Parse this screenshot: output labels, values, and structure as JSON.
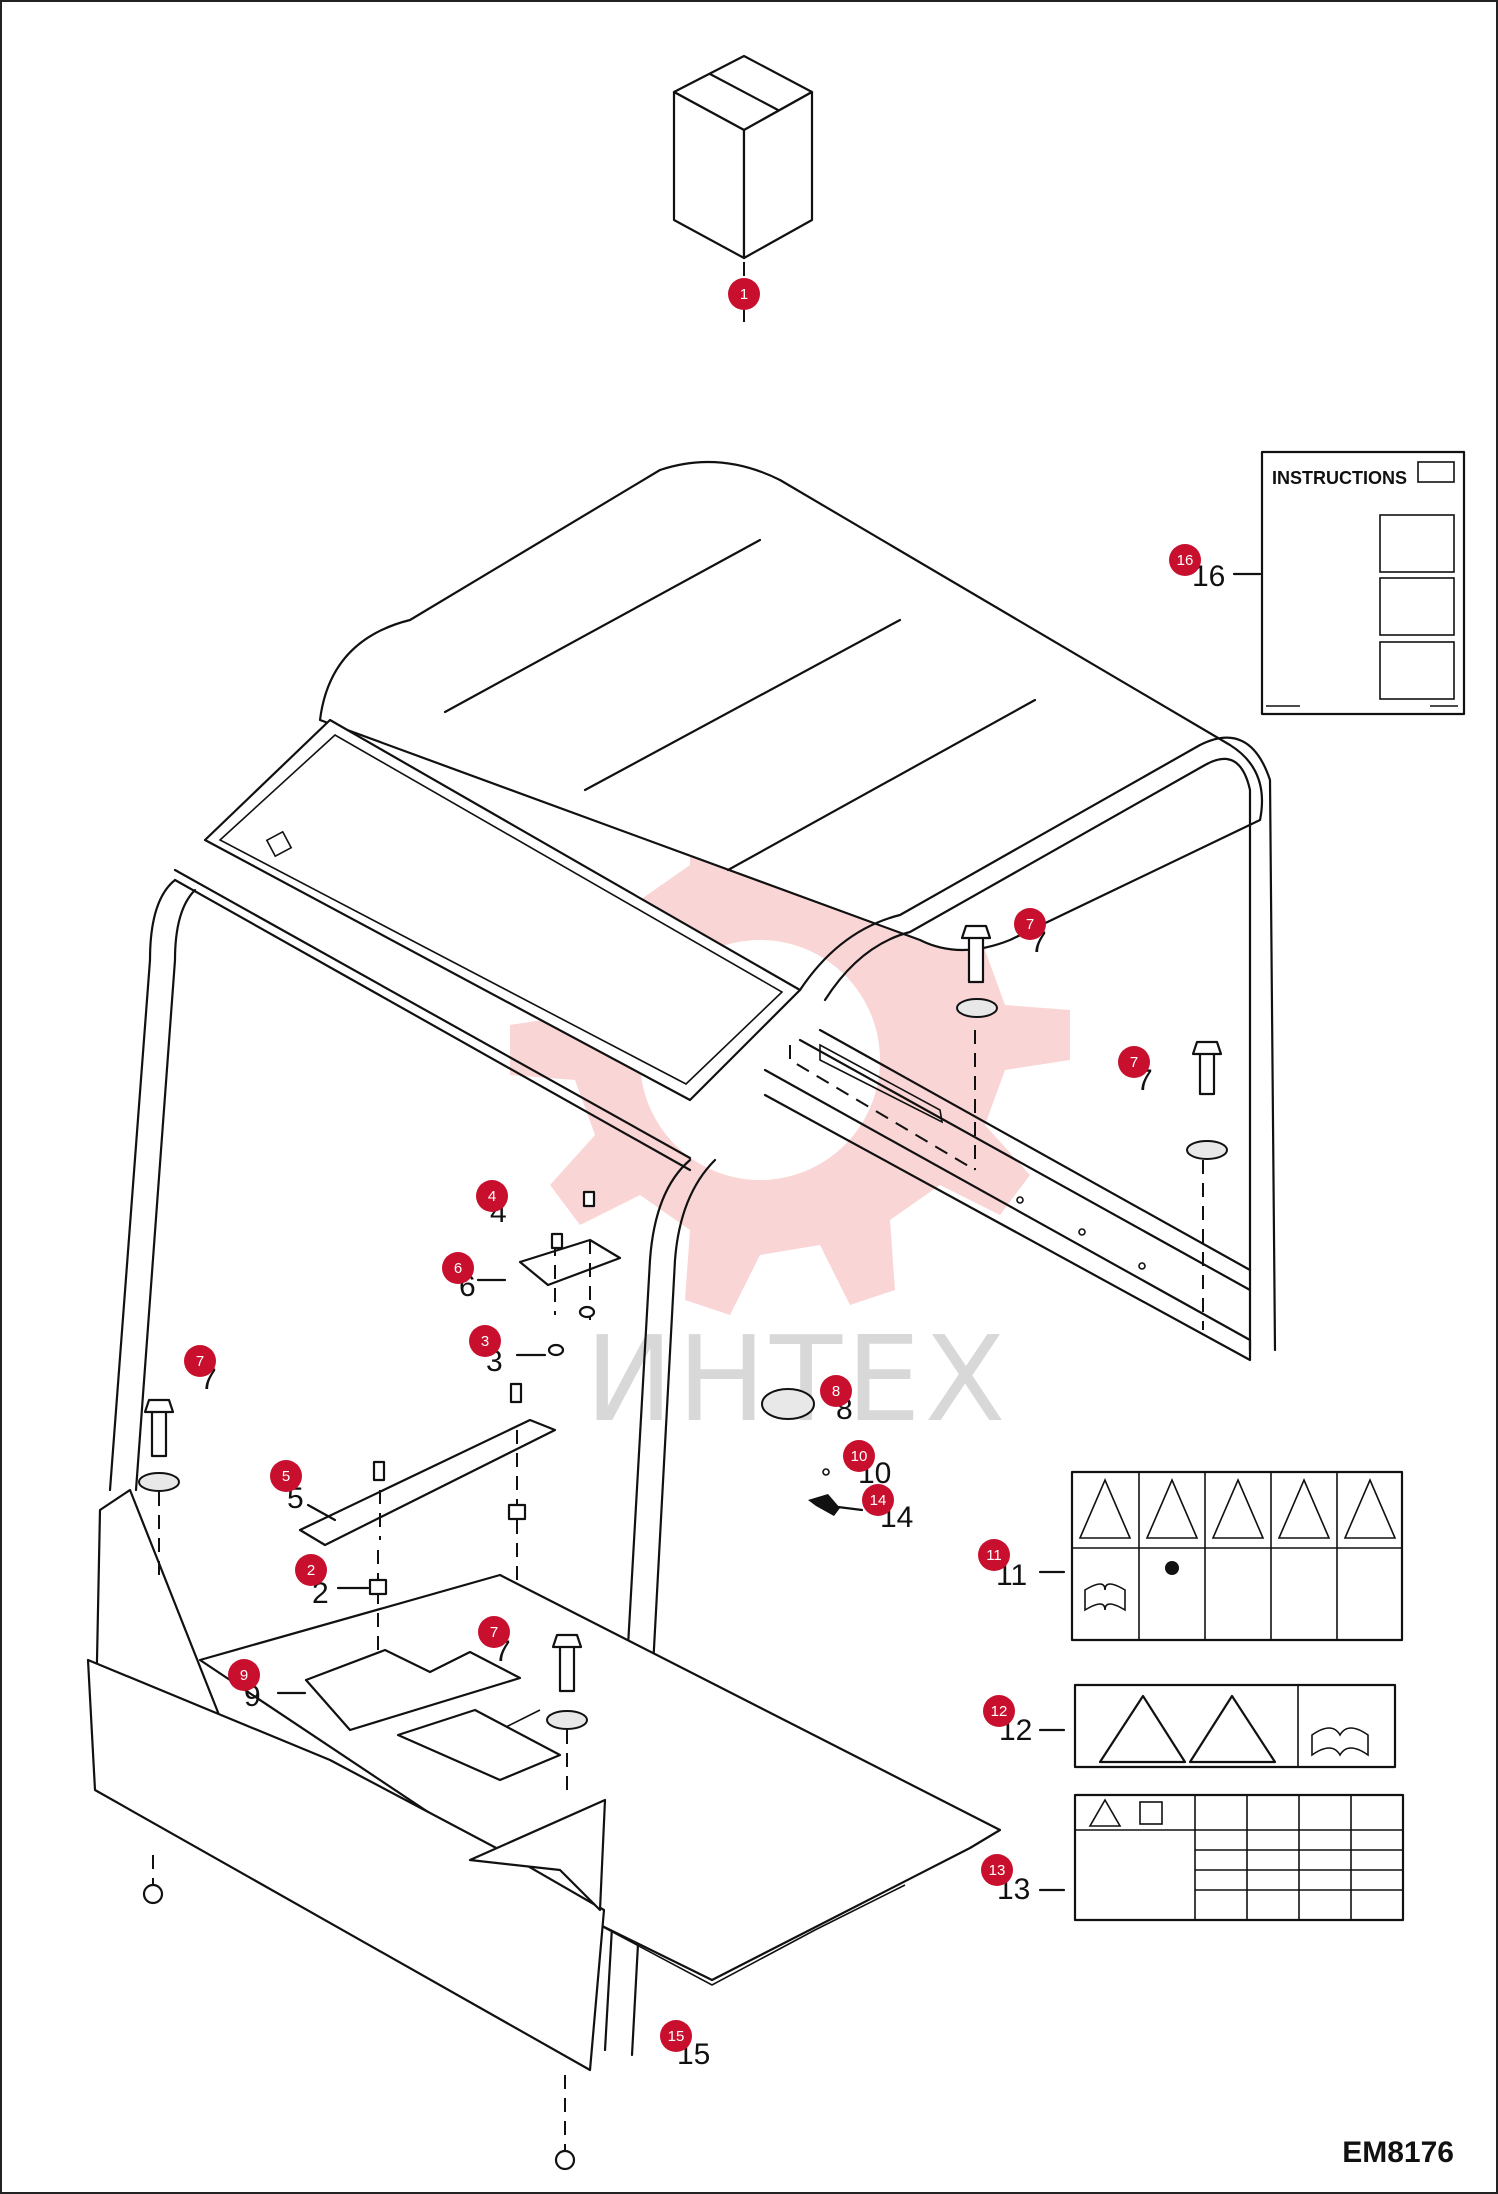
{
  "diagram_code": "EM8176",
  "watermark_text": "ИНТЕХ",
  "instructions_label": "INSTRUCTIONS",
  "colors": {
    "callout": "#c8102e",
    "watermark": "#f4b7b7",
    "line": "#111111"
  },
  "callouts": [
    {
      "id": "1",
      "label": "1"
    },
    {
      "id": "2",
      "label": "2"
    },
    {
      "id": "3",
      "label": "3"
    },
    {
      "id": "4",
      "label": "4"
    },
    {
      "id": "5",
      "label": "5"
    },
    {
      "id": "6",
      "label": "6"
    },
    {
      "id": "7a",
      "label": "7"
    },
    {
      "id": "7b",
      "label": "7"
    },
    {
      "id": "7c",
      "label": "7"
    },
    {
      "id": "7d",
      "label": "7"
    },
    {
      "id": "8",
      "label": "8"
    },
    {
      "id": "9",
      "label": "9"
    },
    {
      "id": "10",
      "label": "10"
    },
    {
      "id": "11",
      "label": "11"
    },
    {
      "id": "12",
      "label": "12"
    },
    {
      "id": "13",
      "label": "13"
    },
    {
      "id": "14",
      "label": "14"
    },
    {
      "id": "15",
      "label": "15"
    },
    {
      "id": "16",
      "label": "16"
    }
  ],
  "part_numbers": [
    {
      "id": "n2",
      "text": "2"
    },
    {
      "id": "n3",
      "text": "3"
    },
    {
      "id": "n4",
      "text": "4"
    },
    {
      "id": "n5",
      "text": "5"
    },
    {
      "id": "n6",
      "text": "6"
    },
    {
      "id": "n7a",
      "text": "7"
    },
    {
      "id": "n7b",
      "text": "7"
    },
    {
      "id": "n7c",
      "text": "7"
    },
    {
      "id": "n7d",
      "text": "7"
    },
    {
      "id": "n8",
      "text": "8"
    },
    {
      "id": "n9",
      "text": "9"
    },
    {
      "id": "n10",
      "text": "10"
    },
    {
      "id": "n11",
      "text": "11"
    },
    {
      "id": "n12",
      "text": "12"
    },
    {
      "id": "n13",
      "text": "13"
    },
    {
      "id": "n14",
      "text": "14"
    },
    {
      "id": "n15",
      "text": "15"
    },
    {
      "id": "n16",
      "text": "16"
    }
  ]
}
